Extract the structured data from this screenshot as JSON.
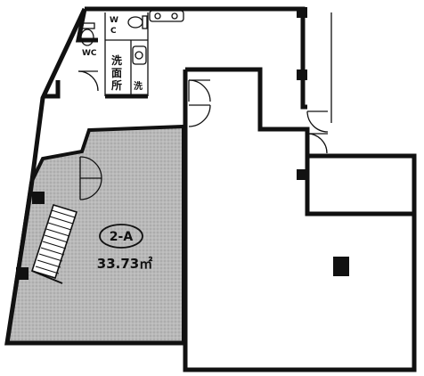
{
  "plan": {
    "unit_name": "2-A",
    "unit_area": "33.73㎡",
    "labels": {
      "wc_small_top": "W",
      "wc_small_bottom": "C",
      "wc_main": "WC",
      "washroom_1": "洗",
      "washroom_2": "面",
      "washroom_3": "所"
    }
  },
  "colors": {
    "wall": "#111111",
    "unit_fill": "#b9b9b9",
    "background": "#ffffff"
  },
  "icons": [
    "toilet-icon",
    "sink-icon",
    "stairs-icon",
    "door-swing-icon",
    "pillar-icon"
  ]
}
